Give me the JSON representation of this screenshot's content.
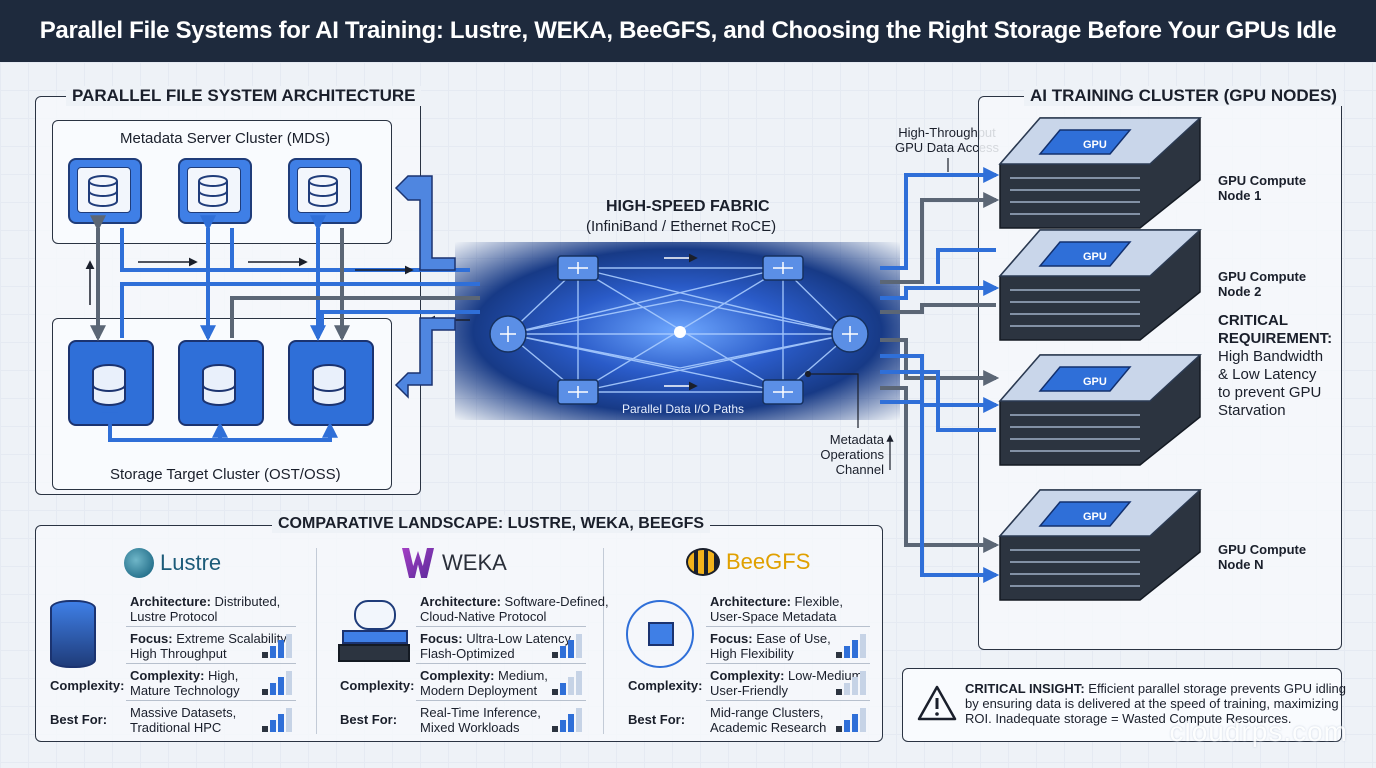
{
  "title": "Parallel File Systems for AI Training: Lustre, WEKA, BeeGFS, and Choosing the Right Storage Before Your GPUs Idle",
  "architecture": {
    "panel_title": "PARALLEL FILE SYSTEM ARCHITECTURE",
    "mds_label": "Metadata Server Cluster (MDS)",
    "ost_label": "Storage Target Cluster (OST/OSS)"
  },
  "fabric": {
    "title": "HIGH-SPEED FABRIC",
    "subtitle": "(InfiniBand / Ethernet RoCE)",
    "paths_label": "Parallel Data I/O Paths",
    "metadata_channel": [
      "Metadata",
      "Operations",
      "Channel"
    ],
    "gpu_access": [
      "High-Throughput",
      "GPU Data Access"
    ]
  },
  "cluster": {
    "panel_title": "AI TRAINING CLUSTER (GPU NODES)",
    "chip_label": "GPU",
    "nodes": [
      {
        "line1": "GPU Compute",
        "line2": "Node 1"
      },
      {
        "line1": "GPU Compute",
        "line2": "Node 2"
      },
      {
        "line1": "GPU Compute",
        "line2": "Node N"
      }
    ],
    "requirement_title": [
      "CRITICAL",
      "REQUIREMENT:"
    ],
    "requirement_text": [
      "High Bandwidth",
      "& Low Latency",
      "to prevent GPU",
      "Starvation"
    ]
  },
  "comparison": {
    "panel_title": "COMPARATIVE LANDSCAPE: LUSTRE, WEKA, BEEGFS",
    "row_labels": {
      "complexity": "Complexity:",
      "best_for": "Best For:"
    },
    "systems": [
      {
        "name": "Lustre",
        "architecture": {
          "key": "Architecture:",
          "v1": "Distributed,",
          "v2": "Lustre Protocol",
          "level": 0
        },
        "focus": {
          "key": "Focus:",
          "v1": "Extreme Scalability,",
          "v2": "High Throughput",
          "level": 3
        },
        "complexity": {
          "key": "Complexity:",
          "v1": "High,",
          "v2": "Mature Technology",
          "level": 3
        },
        "best_for": {
          "v1": "Massive Datasets,",
          "v2": "Traditional HPC",
          "level": 3
        }
      },
      {
        "name": "WEKA",
        "architecture": {
          "key": "Architecture:",
          "v1": "Software-Defined,",
          "v2": "Cloud-Native Protocol",
          "level": 0
        },
        "focus": {
          "key": "Focus:",
          "v1": "Ultra-Low Latency,",
          "v2": "Flash-Optimized",
          "level": 3
        },
        "complexity": {
          "key": "Complexity:",
          "v1": "Medium,",
          "v2": "Modern Deployment",
          "level": 2
        },
        "best_for": {
          "v1": "Real-Time Inference,",
          "v2": "Mixed Workloads",
          "level": 3
        }
      },
      {
        "name": "BeeGFS",
        "architecture": {
          "key": "Architecture:",
          "v1": "Flexible,",
          "v2": "User-Space Metadata",
          "level": 0
        },
        "focus": {
          "key": "Focus:",
          "v1": "Ease of Use,",
          "v2": "High Flexibility",
          "level": 3
        },
        "complexity": {
          "key": "Complexity:",
          "v1": "Low-Medium,",
          "v2": "User-Friendly",
          "level": 1
        },
        "best_for": {
          "v1": "Mid-range Clusters,",
          "v2": "Academic Research",
          "level": 3
        }
      }
    ]
  },
  "insight": {
    "key": "CRITICAL INSIGHT:",
    "l1": " Efficient parallel storage prevents GPU idling",
    "l2": "by ensuring data is delivered at the speed of training, maximizing",
    "l3": "ROI. Inadequate storage = Wasted Compute Resources."
  },
  "watermark": "cloudrps.com",
  "colors": {
    "accent": "#2f6fd8",
    "dark": "#1e2a3d",
    "gray_line": "#5b6675"
  }
}
